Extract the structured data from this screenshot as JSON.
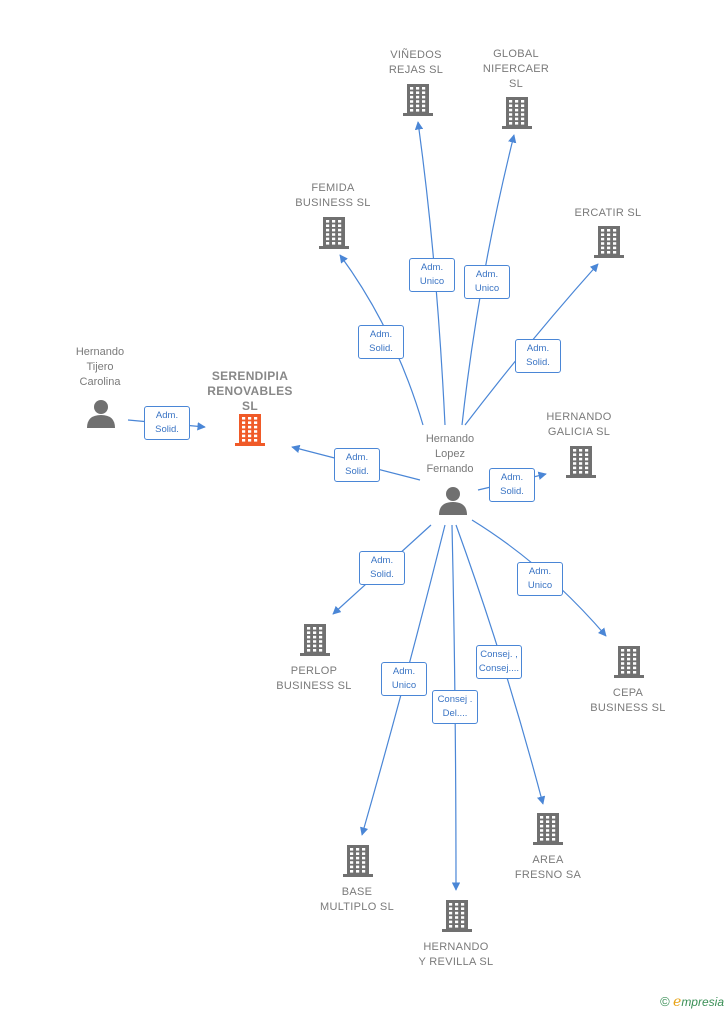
{
  "nodes": [
    {
      "id": "serendipia",
      "type": "company",
      "label": "SERENDIPIA\nRENOVABLES\nSL",
      "highlight": true
    },
    {
      "id": "tijero",
      "type": "person",
      "label": "Hernando\nTijero\nCarolina"
    },
    {
      "id": "lopez",
      "type": "person",
      "label": "Hernando\nLopez\nFernando"
    },
    {
      "id": "vinedos",
      "type": "company",
      "label": "VIÑEDOS\nREJAS  SL"
    },
    {
      "id": "global",
      "type": "company",
      "label": "GLOBAL\nNIFERCAER\nSL"
    },
    {
      "id": "femida",
      "type": "company",
      "label": "FEMIDA\nBUSINESS  SL"
    },
    {
      "id": "ercatir",
      "type": "company",
      "label": "ERCATIR  SL"
    },
    {
      "id": "galicia",
      "type": "company",
      "label": "HERNANDO\nGALICIA  SL"
    },
    {
      "id": "perlop",
      "type": "company",
      "label": "PERLOP\nBUSINESS  SL"
    },
    {
      "id": "cepa",
      "type": "company",
      "label": "CEPA\nBUSINESS  SL"
    },
    {
      "id": "area",
      "type": "company",
      "label": "AREA\nFRESNO SA"
    },
    {
      "id": "base",
      "type": "company",
      "label": "BASE\nMULTIPLO  SL"
    },
    {
      "id": "revilla",
      "type": "company",
      "label": "HERNANDO\nY REVILLA  SL"
    }
  ],
  "edges": [
    {
      "from": "tijero",
      "to": "serendipia",
      "label": "Adm.\nSolid."
    },
    {
      "from": "lopez",
      "to": "serendipia",
      "label": "Adm.\nSolid."
    },
    {
      "from": "lopez",
      "to": "vinedos",
      "label": "Adm.\nUnico"
    },
    {
      "from": "lopez",
      "to": "global",
      "label": "Adm.\nUnico"
    },
    {
      "from": "lopez",
      "to": "femida",
      "label": "Adm.\nSolid."
    },
    {
      "from": "lopez",
      "to": "ercatir",
      "label": "Adm.\nSolid."
    },
    {
      "from": "lopez",
      "to": "galicia",
      "label": "Adm.\nSolid."
    },
    {
      "from": "lopez",
      "to": "perlop",
      "label": "Adm.\nSolid."
    },
    {
      "from": "lopez",
      "to": "cepa",
      "label": "Adm.\nUnico"
    },
    {
      "from": "lopez",
      "to": "area",
      "label": "Consej. ,\nConsej...."
    },
    {
      "from": "lopez",
      "to": "base",
      "label": "Adm.\nUnico"
    },
    {
      "from": "lopez",
      "to": "revilla",
      "label": "Consej .\nDel...."
    }
  ],
  "colors": {
    "edge": "#4a86d6",
    "company": "#707070",
    "highlight": "#f05a28",
    "person": "#707070"
  },
  "brand": {
    "copyright": "©",
    "e": "e",
    "rest": "mpresia"
  }
}
